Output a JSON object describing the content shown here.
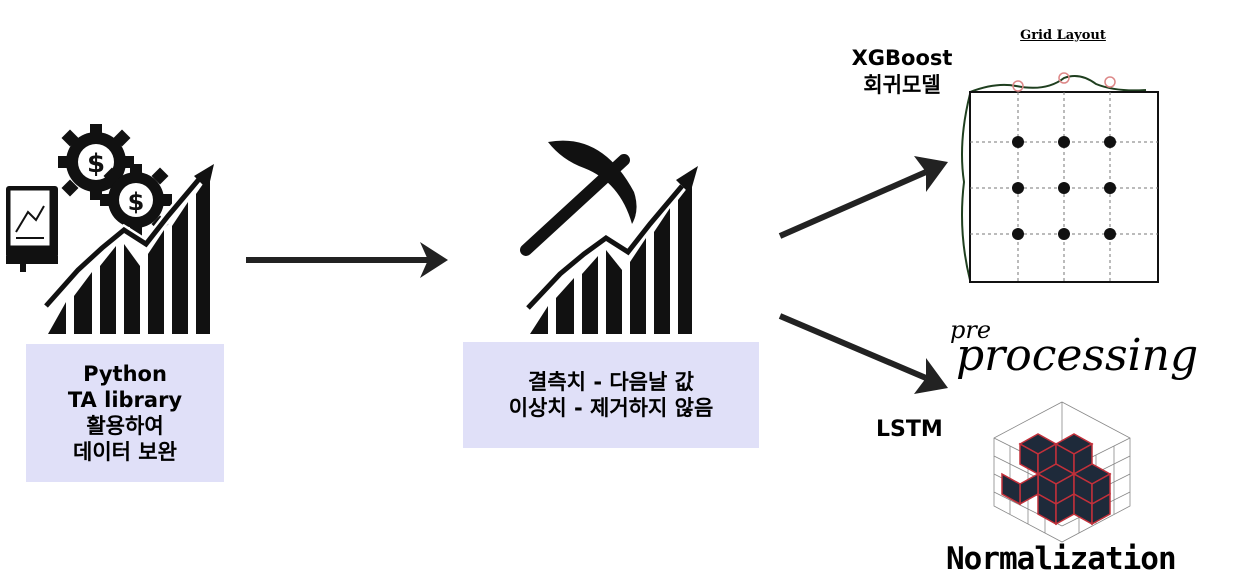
{
  "step1": {
    "lines": [
      "Python",
      "TA library",
      "활용하여",
      "데이터 보완"
    ]
  },
  "step2": {
    "lines": [
      "결측치 - 다음날 값",
      "이상치  - 제거하지 않음"
    ]
  },
  "xgboost": {
    "lines": [
      "XGBoost",
      "회귀모델"
    ]
  },
  "grid": {
    "title": "Grid Layout"
  },
  "lstm": {
    "label": "LSTM"
  },
  "preprocessing": {
    "pre": "pre",
    "main": "processing"
  },
  "normalization": {
    "label": "Normalization"
  }
}
